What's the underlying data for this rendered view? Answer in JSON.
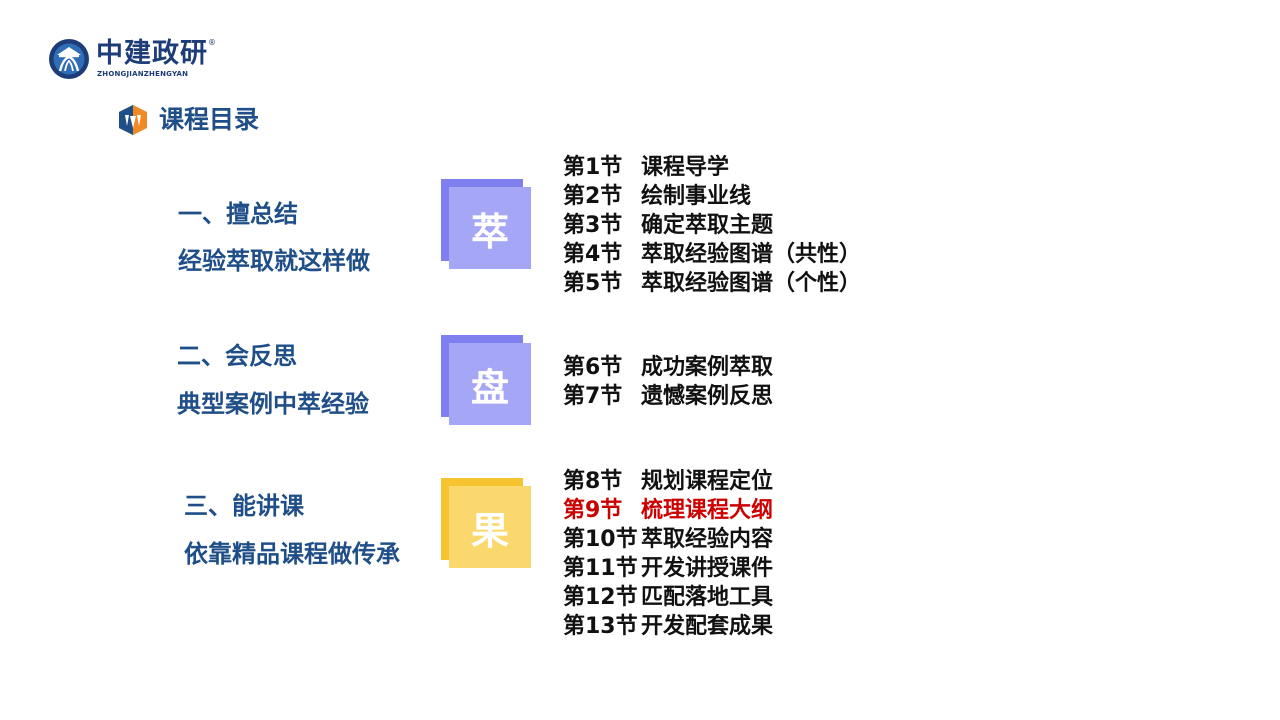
{
  "logo": {
    "name": "中建政研",
    "reg": "®",
    "sub": "ZHONGJIANZHENGYAN",
    "colors": {
      "blue": "#1e3c78",
      "light": "#2f6db5"
    }
  },
  "catalog": {
    "title": "课程目录",
    "icon": "catalog-diamond-icon"
  },
  "sections": [
    {
      "title": "一、擅总结",
      "subtitle": "经验萃取就这样做",
      "badge": "萃",
      "lessons": [
        {
          "num": "第1节",
          "name": "课程导学"
        },
        {
          "num": "第2节",
          "name": "绘制事业线"
        },
        {
          "num": "第3节",
          "name": "确定萃取主题"
        },
        {
          "num": "第4节",
          "name": "萃取经验图谱（共性）"
        },
        {
          "num": "第5节",
          "name": "萃取经验图谱（个性）"
        }
      ]
    },
    {
      "title": "二、会反思",
      "subtitle": "典型案例中萃经验",
      "badge": "盘",
      "lessons": [
        {
          "num": "第6节",
          "name": "成功案例萃取"
        },
        {
          "num": "第7节",
          "name": "遗憾案例反思"
        }
      ]
    },
    {
      "title": "三、能讲课",
      "subtitle": "依靠精品课程做传承",
      "badge": "果",
      "lessons": [
        {
          "num": "第8节",
          "name": "规划课程定位"
        },
        {
          "num": "第9节",
          "name": "梳理课程大纲",
          "active": true
        },
        {
          "num": "第10节",
          "name": "萃取经验内容"
        },
        {
          "num": "第11节",
          "name": "开发讲授课件"
        },
        {
          "num": "第12节",
          "name": "匹配落地工具"
        },
        {
          "num": "第13节",
          "name": "开发配套成果"
        }
      ]
    }
  ],
  "colors": {
    "heading": "#1f4e88",
    "lesson": "#111111",
    "active": "#cc0000",
    "purple_back": "#7f7ff0",
    "purple_front": "#a6a6f7",
    "yellow_back": "#f6c431",
    "yellow_front": "#fbd86e"
  }
}
